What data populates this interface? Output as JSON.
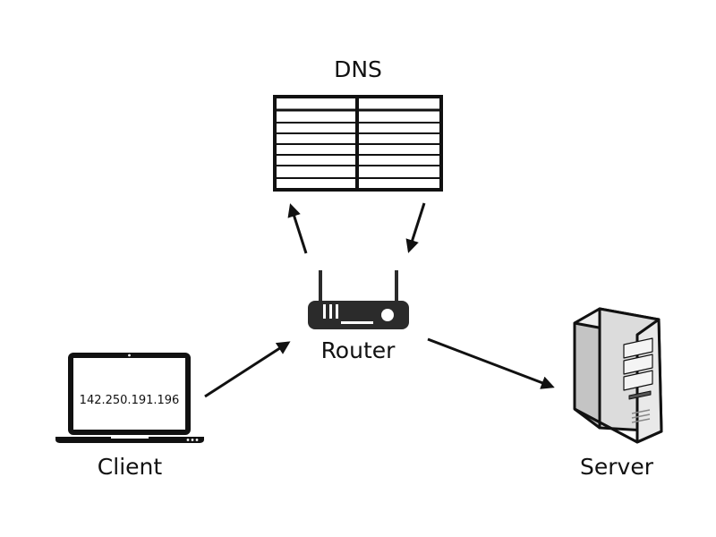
{
  "nodes": {
    "dns": {
      "label": "DNS"
    },
    "router": {
      "label": "Router"
    },
    "client": {
      "label": "Client",
      "screen_text": "142.250.191.196"
    },
    "server": {
      "label": "Server"
    }
  },
  "edges": [
    {
      "from": "router",
      "to": "dns"
    },
    {
      "from": "dns",
      "to": "router"
    },
    {
      "from": "client",
      "to": "router"
    },
    {
      "from": "router",
      "to": "server"
    }
  ],
  "colors": {
    "stroke": "#111111",
    "device_fill": "#2b2b2b",
    "server_light": "#e6e6e6",
    "server_mid": "#c4c4c4",
    "server_dark": "#9a9a9a"
  }
}
